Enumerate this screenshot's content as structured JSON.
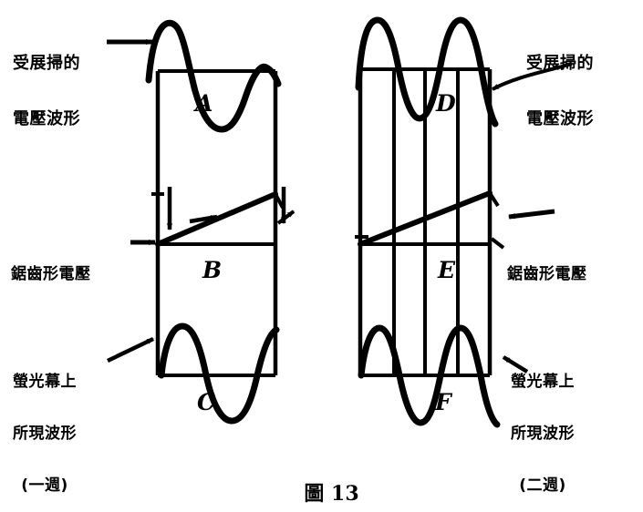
{
  "figure": {
    "caption_prefix": "圖",
    "caption_number": "13",
    "caption_full": "圖 13",
    "ink_color": "#000000",
    "background_color": "#ffffff"
  },
  "labels": {
    "top_left": {
      "line1": "受展掃的",
      "line2": "電壓波形",
      "full": "受展掃的電壓波形",
      "arrow": "arrow-right"
    },
    "top_right": {
      "line1": "受展掃的",
      "line2": "電壓波形",
      "full": "受展掃的電壓波形",
      "arrow": "arrow-down-left-curved"
    },
    "mid_left": {
      "text": "鋸齒形電壓",
      "arrow": "arrow-right"
    },
    "mid_right": {
      "text": "鋸齒形電壓",
      "arrow": "arrow-left"
    },
    "bottom_left": {
      "line1": "螢光幕上",
      "line2": "所現波形",
      "line3": "(一週)",
      "full": "螢光幕上所現波形(一週)",
      "arrow": "arrow-up-right"
    },
    "bottom_right": {
      "line1": "螢光幕上",
      "line2": "所現波形",
      "line3": "(二週)",
      "full": "螢光幕上所現波形(二週)",
      "arrow": "arrow-up-right"
    }
  },
  "panels": [
    {
      "id": "A",
      "letter": "A",
      "panel": "left",
      "section": "top",
      "description": "input sine waveform, one cycle"
    },
    {
      "id": "B",
      "letter": "B",
      "panel": "left",
      "section": "middle",
      "description": "sawtooth sweep voltage, one ramp"
    },
    {
      "id": "C",
      "letter": "C",
      "panel": "left",
      "section": "bottom",
      "description": "resulting trace on screen, one cycle"
    },
    {
      "id": "D",
      "letter": "D",
      "panel": "right",
      "section": "top",
      "description": "input sine waveform, two cycles"
    },
    {
      "id": "E",
      "letter": "E",
      "panel": "right",
      "section": "middle",
      "description": "sawtooth sweep voltage, one ramp"
    },
    {
      "id": "F",
      "letter": "F",
      "panel": "right",
      "section": "bottom",
      "description": "resulting trace on screen, two cycles"
    }
  ],
  "chart_data": {
    "type": "line",
    "title": "圖 13",
    "xlabel": "",
    "ylabel": "",
    "grid": false,
    "legend_position": "none",
    "left_panel": {
      "box": {
        "x0": 173,
        "y0": 78,
        "x1": 302,
        "y1": 412
      },
      "baseline_y": 268,
      "vertical_lines_x": [
        173,
        302
      ],
      "series": [
        {
          "name": "A",
          "cycles": 1,
          "amplitude": 60,
          "midline_y": 78,
          "phase": "sine",
          "x_from": 160,
          "x_to": 305
        },
        {
          "name": "B",
          "type": "ramp",
          "from": [
            173,
            268
          ],
          "to": [
            302,
            213
          ]
        },
        {
          "name": "C",
          "cycles": 1,
          "amplitude": 50,
          "midline_y": 412,
          "phase": "sine",
          "x_from": 176,
          "x_to": 305
        }
      ]
    },
    "right_panel": {
      "box": {
        "x0": 395,
        "y0": 76,
        "x1": 537,
        "y1": 412
      },
      "baseline_y": 268,
      "vertical_lines_x": [
        395,
        432,
        466,
        502,
        537
      ],
      "series": [
        {
          "name": "D",
          "cycles": 2,
          "amplitude": 60,
          "midline_y": 76,
          "phase": "sine",
          "x_from": 393,
          "x_to": 540
        },
        {
          "name": "E",
          "type": "ramp",
          "from": [
            395,
            268
          ],
          "to": [
            537,
            212
          ]
        },
        {
          "name": "F",
          "cycles": 2,
          "amplitude": 50,
          "midline_y": 412,
          "phase": "sine",
          "x_from": 395,
          "x_to": 540
        }
      ]
    },
    "annotations": [
      {
        "text": "受展掃的電壓波形",
        "target": "A"
      },
      {
        "text": "鋸齒形電壓",
        "target": "B"
      },
      {
        "text": "螢光幕上所現波形(一週)",
        "target": "C"
      },
      {
        "text": "受展掃的電壓波形",
        "target": "D"
      },
      {
        "text": "鋸齒形電壓",
        "target": "E"
      },
      {
        "text": "螢光幕上所現波形(二週)",
        "target": "F"
      }
    ]
  }
}
